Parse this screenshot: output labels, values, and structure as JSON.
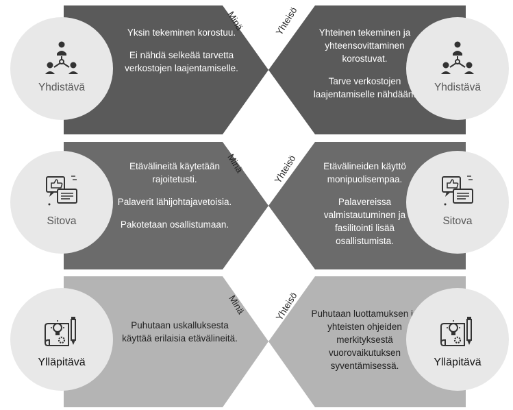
{
  "rows": [
    {
      "id": "row-1",
      "color": "#5a5a5a",
      "left": {
        "circle_label": "Yhdistävä",
        "icon": "network-people-icon",
        "side_word": "Minä",
        "paragraphs": [
          "Yksin tekeminen korostuu.",
          "Ei nähdä selkeää tarvetta verkostojen laajentamiselle."
        ]
      },
      "right": {
        "circle_label": "Yhdistävä",
        "icon": "network-people-icon",
        "side_word": "Yhteisö",
        "paragraphs": [
          "Yhteinen tekeminen  ja yhteensovittaminen korostuvat.",
          "Tarve verkostojen laajentamiselle nähdään."
        ]
      }
    },
    {
      "id": "row-2",
      "color": "#6b6b6b",
      "left": {
        "circle_label": "Sitova",
        "icon": "feedback-chat-icon",
        "side_word": "Minä",
        "paragraphs": [
          "Etävälineitä käytetään rajoitetusti.",
          "Palaverit lähijohtajavetoisia.",
          "Pakotetaan osallistumaan."
        ]
      },
      "right": {
        "circle_label": "Sitova",
        "icon": "feedback-chat-icon",
        "side_word": "Yhteisö",
        "paragraphs": [
          "Etävälineiden käyttö monipuolisempaa.",
          "Palavereissa valmistautuminen ja fasilitointi lisää osallistumista."
        ]
      }
    },
    {
      "id": "row-3",
      "color": "#b4b4b4",
      "left": {
        "circle_label": "Ylläpitävä",
        "icon": "idea-blueprint-icon",
        "side_word": "Minä",
        "paragraphs": [
          "Puhutaan uskalluksesta käyttää erilaisia etävälineitä."
        ]
      },
      "right": {
        "circle_label": "Ylläpitävä",
        "icon": "idea-blueprint-icon",
        "side_word": "Yhteisö",
        "paragraphs": [
          "Puhutaan luottamuksen ja yhteisten ohjeiden merkityksestä vuorovaikutuksen syventämisessä."
        ]
      }
    }
  ]
}
